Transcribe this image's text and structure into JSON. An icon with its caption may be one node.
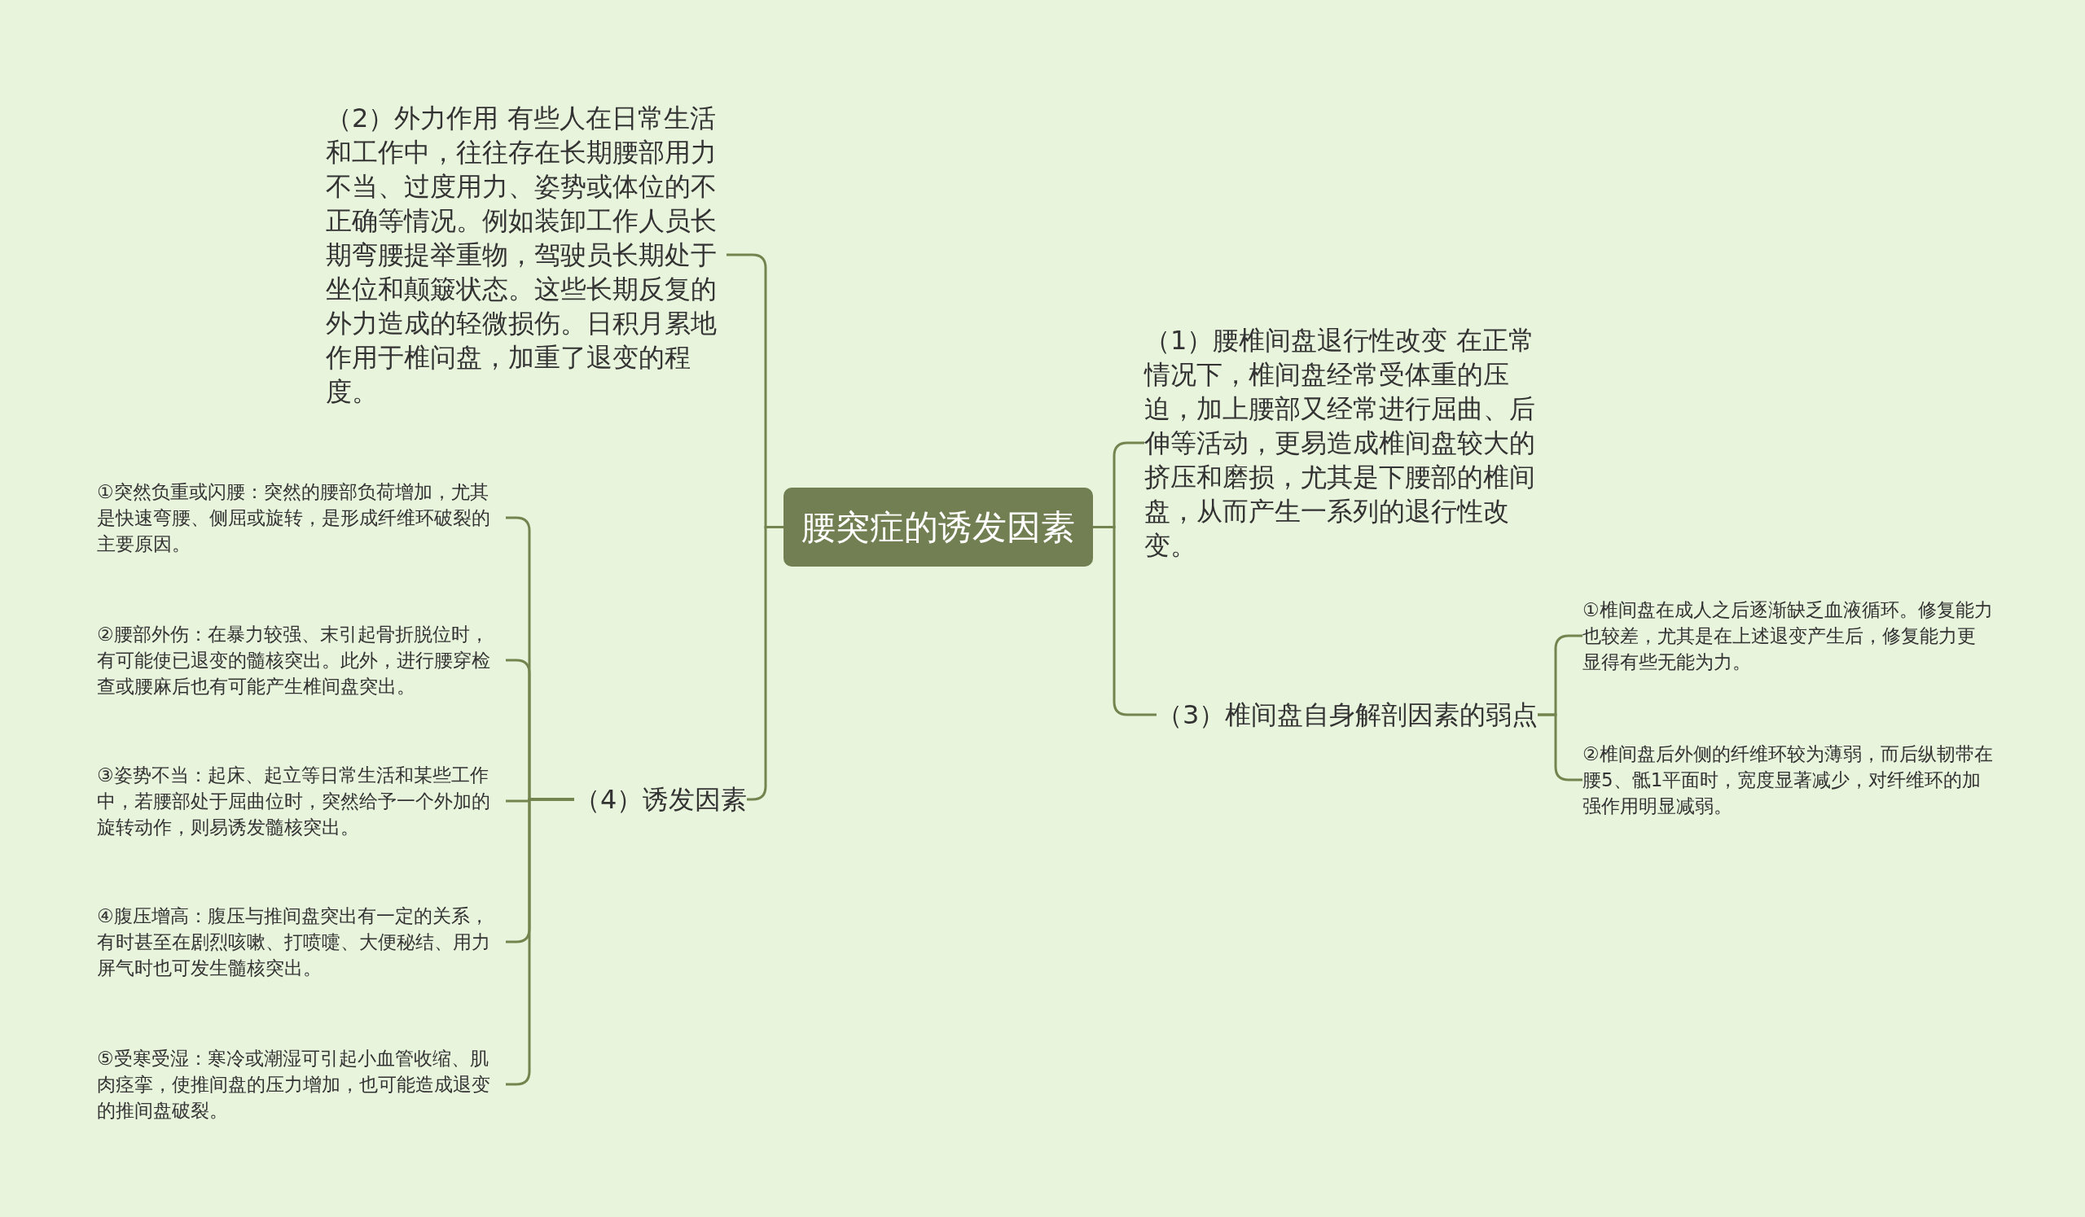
{
  "diagram": {
    "nodes": [
      {
        "text": [
          "腰突症的诱发因素"
        ]
      },
      {
        "text": [
          "（1）腰椎间盘退行性改变 在正常情况下，椎间盘经常受体重的压迫，加上腰部又经常进行屈曲、后伸等活动，更易造成椎间盘较大的挤压和磨损，尤其是下腰部的椎间盘，从而产生一系列的退行性改变。"
        ]
      },
      {
        "text": [
          "（3）椎间盘自身解剖因素的弱点"
        ]
      },
      {
        "text": [
          "①椎间盘在成人之后逐渐缺乏血液循环。修复能力也较差，尤其是在上述退变产生后，修复能力更显得有些无能为力。"
        ]
      },
      {
        "text": [
          "②椎间盘后外侧的纤维环较为薄弱，而后纵韧带在腰5、骶1平面时，宽度显著减少，对纤维环的加强作用明显减弱。"
        ]
      },
      {
        "text": [
          "（2）外力作用 有些人在日常生活和工作中，往往存在长期腰部用力不当、过度用力、姿势或体位的不正确等情况。例如装卸工作人员长期弯腰提举重物，驾驶员长期处于坐位和颠簸状态。这些长期反复的外力造成的轻微损伤。日积月累地作用于椎问盘，加重了退变的程度。"
        ]
      },
      {
        "text": [
          "（4）诱发因素"
        ]
      },
      {
        "text": [
          "①突然负重或闪腰：突然的腰部负荷增加，尤其是快速弯腰、侧屈或旋转，是形成纤维环破裂的主要原因。"
        ]
      },
      {
        "text": [
          "②腰部外伤：在暴力较强、末引起骨折脱位时，有可能使已退变的髓核突出。此外，进行腰穿检查或腰麻后也有可能产生椎间盘突出。"
        ]
      },
      {
        "text": [
          "③姿势不当：起床、起立等日常生活和某些工作中，若腰部处于屈曲位时，突然给予一个外加的旋转动作，则易诱发髓核突出。"
        ]
      },
      {
        "text": [
          "④腹压增高：腹压与推间盘突出有一定的关系，有时甚至在剧烈咳嗽、打喷嚏、大便秘结、用力屏气时也可发生髓核突出。"
        ]
      },
      {
        "text": [
          "⑤受寒受湿：寒冷或潮湿可引起小血管收缩、肌肉痉挛，使推间盘的压力增加，也可能造成退变的推间盘破裂。"
        ]
      }
    ],
    "edges": [
      {
        "from": 0,
        "to": 1,
        "arrow": "none"
      },
      {
        "from": 0,
        "to": 2,
        "arrow": "none"
      },
      {
        "from": 2,
        "to": 3,
        "arrow": "none"
      },
      {
        "from": 2,
        "to": 4,
        "arrow": "none"
      },
      {
        "from": 0,
        "to": 5,
        "arrow": "none"
      },
      {
        "from": 0,
        "to": 6,
        "arrow": "none"
      },
      {
        "from": 6,
        "to": 7,
        "arrow": "none"
      },
      {
        "from": 6,
        "to": 8,
        "arrow": "none"
      },
      {
        "from": 6,
        "to": 9,
        "arrow": "none"
      },
      {
        "from": 6,
        "to": 10,
        "arrow": "none"
      },
      {
        "from": 6,
        "to": 11,
        "arrow": "none"
      }
    ]
  }
}
